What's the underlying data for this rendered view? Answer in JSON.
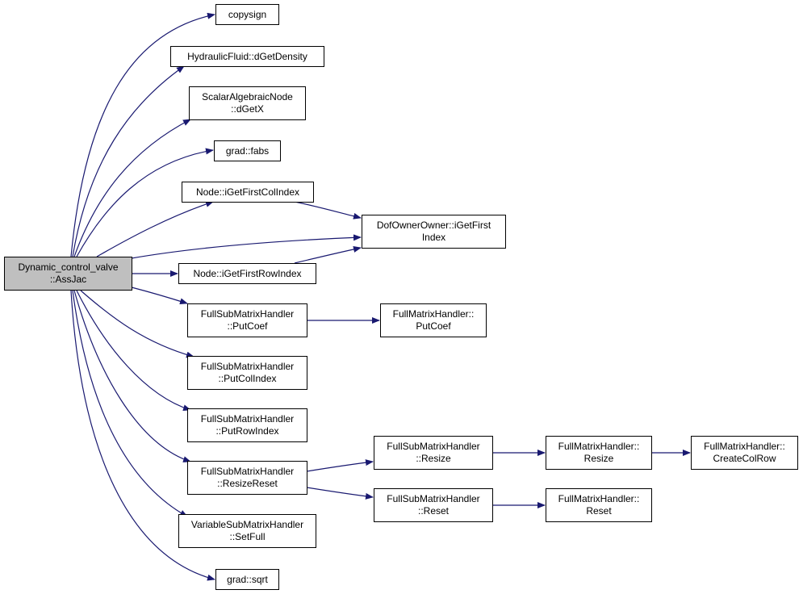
{
  "colors": {
    "edge": "#191970",
    "root_fill": "#bfbfbf",
    "node_fill": "#ffffff",
    "border": "#000000"
  },
  "nodes": {
    "root": {
      "line1": "Dynamic_control_valve",
      "line2": "::AssJac"
    },
    "copysign": {
      "line1": "copysign"
    },
    "hf_density": {
      "line1": "HydraulicFluid::dGetDensity"
    },
    "scalar_getx": {
      "line1": "ScalarAlgebraicNode",
      "line2": "::dGetX"
    },
    "grad_fabs": {
      "line1": "grad::fabs"
    },
    "node_firstcol": {
      "line1": "Node::iGetFirstColIndex"
    },
    "dof_firstindex": {
      "line1": "DofOwnerOwner::iGetFirst",
      "line2": "Index"
    },
    "node_firstrow": {
      "line1": "Node::iGetFirstRowIndex"
    },
    "fsm_putcoef": {
      "line1": "FullSubMatrixHandler",
      "line2": "::PutCoef"
    },
    "fm_putcoef": {
      "line1": "FullMatrixHandler::",
      "line2": "PutCoef"
    },
    "fsm_putcolindex": {
      "line1": "FullSubMatrixHandler",
      "line2": "::PutColIndex"
    },
    "fsm_putrowindex": {
      "line1": "FullSubMatrixHandler",
      "line2": "::PutRowIndex"
    },
    "fsm_resizereset": {
      "line1": "FullSubMatrixHandler",
      "line2": "::ResizeReset"
    },
    "fsm_resize": {
      "line1": "FullSubMatrixHandler",
      "line2": "::Resize"
    },
    "fm_resize": {
      "line1": "FullMatrixHandler::",
      "line2": "Resize"
    },
    "fm_createcolrow": {
      "line1": "FullMatrixHandler::",
      "line2": "CreateColRow"
    },
    "fsm_reset": {
      "line1": "FullSubMatrixHandler",
      "line2": "::Reset"
    },
    "fm_reset": {
      "line1": "FullMatrixHandler::",
      "line2": "Reset"
    },
    "vsm_setfull": {
      "line1": "VariableSubMatrixHandler",
      "line2": "::SetFull"
    },
    "grad_sqrt": {
      "line1": "grad::sqrt"
    }
  },
  "edges": [
    [
      "root",
      "copysign"
    ],
    [
      "root",
      "hf_density"
    ],
    [
      "root",
      "scalar_getx"
    ],
    [
      "root",
      "grad_fabs"
    ],
    [
      "root",
      "node_firstcol"
    ],
    [
      "root",
      "dof_firstindex"
    ],
    [
      "root",
      "node_firstrow"
    ],
    [
      "root",
      "fsm_putcoef"
    ],
    [
      "root",
      "fsm_putcolindex"
    ],
    [
      "root",
      "fsm_putrowindex"
    ],
    [
      "root",
      "fsm_resizereset"
    ],
    [
      "root",
      "vsm_setfull"
    ],
    [
      "root",
      "grad_sqrt"
    ],
    [
      "node_firstcol",
      "dof_firstindex"
    ],
    [
      "node_firstrow",
      "dof_firstindex"
    ],
    [
      "fsm_putcoef",
      "fm_putcoef"
    ],
    [
      "fsm_resizereset",
      "fsm_resize"
    ],
    [
      "fsm_resizereset",
      "fsm_reset"
    ],
    [
      "fsm_resize",
      "fm_resize"
    ],
    [
      "fm_resize",
      "fm_createcolrow"
    ],
    [
      "fsm_reset",
      "fm_reset"
    ]
  ]
}
